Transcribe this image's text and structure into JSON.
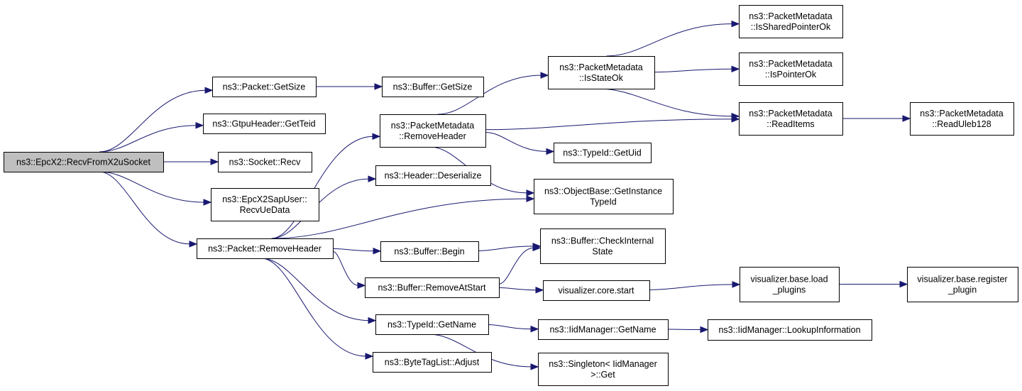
{
  "graph": {
    "colors": {
      "edge": "#191970",
      "root_fill": "#bfbfbf",
      "node_fill": "#ffffff",
      "node_border": "#000000"
    },
    "nodes": [
      {
        "id": "recv_from_x2u",
        "lines": [
          "ns3::EpcX2::RecvFromX2uSocket"
        ],
        "root": true
      },
      {
        "id": "packet_getsize",
        "lines": [
          "ns3::Packet::GetSize"
        ]
      },
      {
        "id": "gtpu_getteid",
        "lines": [
          "ns3::GtpuHeader::GetTeid"
        ]
      },
      {
        "id": "socket_recv",
        "lines": [
          "ns3::Socket::Recv"
        ]
      },
      {
        "id": "sapuser_recvuedata",
        "lines": [
          "ns3::EpcX2SapUser::",
          "RecvUeData"
        ]
      },
      {
        "id": "packet_removeheader",
        "lines": [
          "ns3::Packet::RemoveHeader"
        ]
      },
      {
        "id": "buffer_getsize",
        "lines": [
          "ns3::Buffer::GetSize"
        ]
      },
      {
        "id": "pm_removeheader",
        "lines": [
          "ns3::PacketMetadata",
          "::RemoveHeader"
        ]
      },
      {
        "id": "header_deserialize",
        "lines": [
          "ns3::Header::Deserialize"
        ]
      },
      {
        "id": "buffer_begin",
        "lines": [
          "ns3::Buffer::Begin"
        ]
      },
      {
        "id": "buffer_removeatstart",
        "lines": [
          "ns3::Buffer::RemoveAtStart"
        ]
      },
      {
        "id": "typeid_getname",
        "lines": [
          "ns3::TypeId::GetName"
        ]
      },
      {
        "id": "bytetaglist_adjust",
        "lines": [
          "ns3::ByteTagList::Adjust"
        ]
      },
      {
        "id": "pm_isstateok",
        "lines": [
          "ns3::PacketMetadata",
          "::IsStateOk"
        ]
      },
      {
        "id": "typeid_getuid",
        "lines": [
          "ns3::TypeId::GetUid"
        ]
      },
      {
        "id": "objectbase_getinstancetypeid",
        "lines": [
          "ns3::ObjectBase::GetInstance",
          "TypeId"
        ]
      },
      {
        "id": "buffer_checkinternalstate",
        "lines": [
          "ns3::Buffer::CheckInternal",
          "State"
        ]
      },
      {
        "id": "vis_core_start",
        "lines": [
          "visualizer.core.start"
        ]
      },
      {
        "id": "iidmanager_getname",
        "lines": [
          "ns3::IidManager::GetName"
        ]
      },
      {
        "id": "singleton_get",
        "lines": [
          "ns3::Singleton< IidManager",
          ">::Get"
        ]
      },
      {
        "id": "pm_issharedpointerok",
        "lines": [
          "ns3::PacketMetadata",
          "::IsSharedPointerOk"
        ]
      },
      {
        "id": "pm_ispointerok",
        "lines": [
          "ns3::PacketMetadata",
          "::IsPointerOk"
        ]
      },
      {
        "id": "pm_readitems",
        "lines": [
          "ns3::PacketMetadata",
          "::ReadItems"
        ]
      },
      {
        "id": "vis_base_load_plugins",
        "lines": [
          "visualizer.base.load",
          "_plugins"
        ]
      },
      {
        "id": "iidmanager_lookupinformation",
        "lines": [
          "ns3::IidManager::LookupInformation"
        ]
      },
      {
        "id": "pm_readuleb128",
        "lines": [
          "ns3::PacketMetadata",
          "::ReadUleb128"
        ]
      },
      {
        "id": "vis_base_register_plugin",
        "lines": [
          "visualizer.base.register",
          "_plugin"
        ]
      }
    ],
    "edges": [
      [
        "recv_from_x2u",
        "packet_getsize"
      ],
      [
        "recv_from_x2u",
        "gtpu_getteid"
      ],
      [
        "recv_from_x2u",
        "socket_recv"
      ],
      [
        "recv_from_x2u",
        "sapuser_recvuedata"
      ],
      [
        "recv_from_x2u",
        "packet_removeheader"
      ],
      [
        "packet_getsize",
        "buffer_getsize"
      ],
      [
        "packet_removeheader",
        "pm_removeheader"
      ],
      [
        "packet_removeheader",
        "header_deserialize"
      ],
      [
        "packet_removeheader",
        "objectbase_getinstancetypeid"
      ],
      [
        "packet_removeheader",
        "buffer_begin"
      ],
      [
        "packet_removeheader",
        "buffer_removeatstart"
      ],
      [
        "packet_removeheader",
        "typeid_getname"
      ],
      [
        "packet_removeheader",
        "bytetaglist_adjust"
      ],
      [
        "pm_removeheader",
        "pm_isstateok"
      ],
      [
        "pm_removeheader",
        "pm_readitems"
      ],
      [
        "pm_removeheader",
        "typeid_getuid"
      ],
      [
        "pm_removeheader",
        "objectbase_getinstancetypeid"
      ],
      [
        "pm_isstateok",
        "pm_issharedpointerok"
      ],
      [
        "pm_isstateok",
        "pm_ispointerok"
      ],
      [
        "pm_isstateok",
        "pm_readitems"
      ],
      [
        "pm_readitems",
        "pm_readuleb128"
      ],
      [
        "buffer_begin",
        "buffer_checkinternalstate"
      ],
      [
        "buffer_removeatstart",
        "buffer_checkinternalstate"
      ],
      [
        "buffer_removeatstart",
        "vis_core_start"
      ],
      [
        "vis_core_start",
        "vis_base_load_plugins"
      ],
      [
        "vis_base_load_plugins",
        "vis_base_register_plugin"
      ],
      [
        "typeid_getname",
        "iidmanager_getname"
      ],
      [
        "typeid_getname",
        "singleton_get"
      ],
      [
        "iidmanager_getname",
        "iidmanager_lookupinformation"
      ]
    ]
  }
}
